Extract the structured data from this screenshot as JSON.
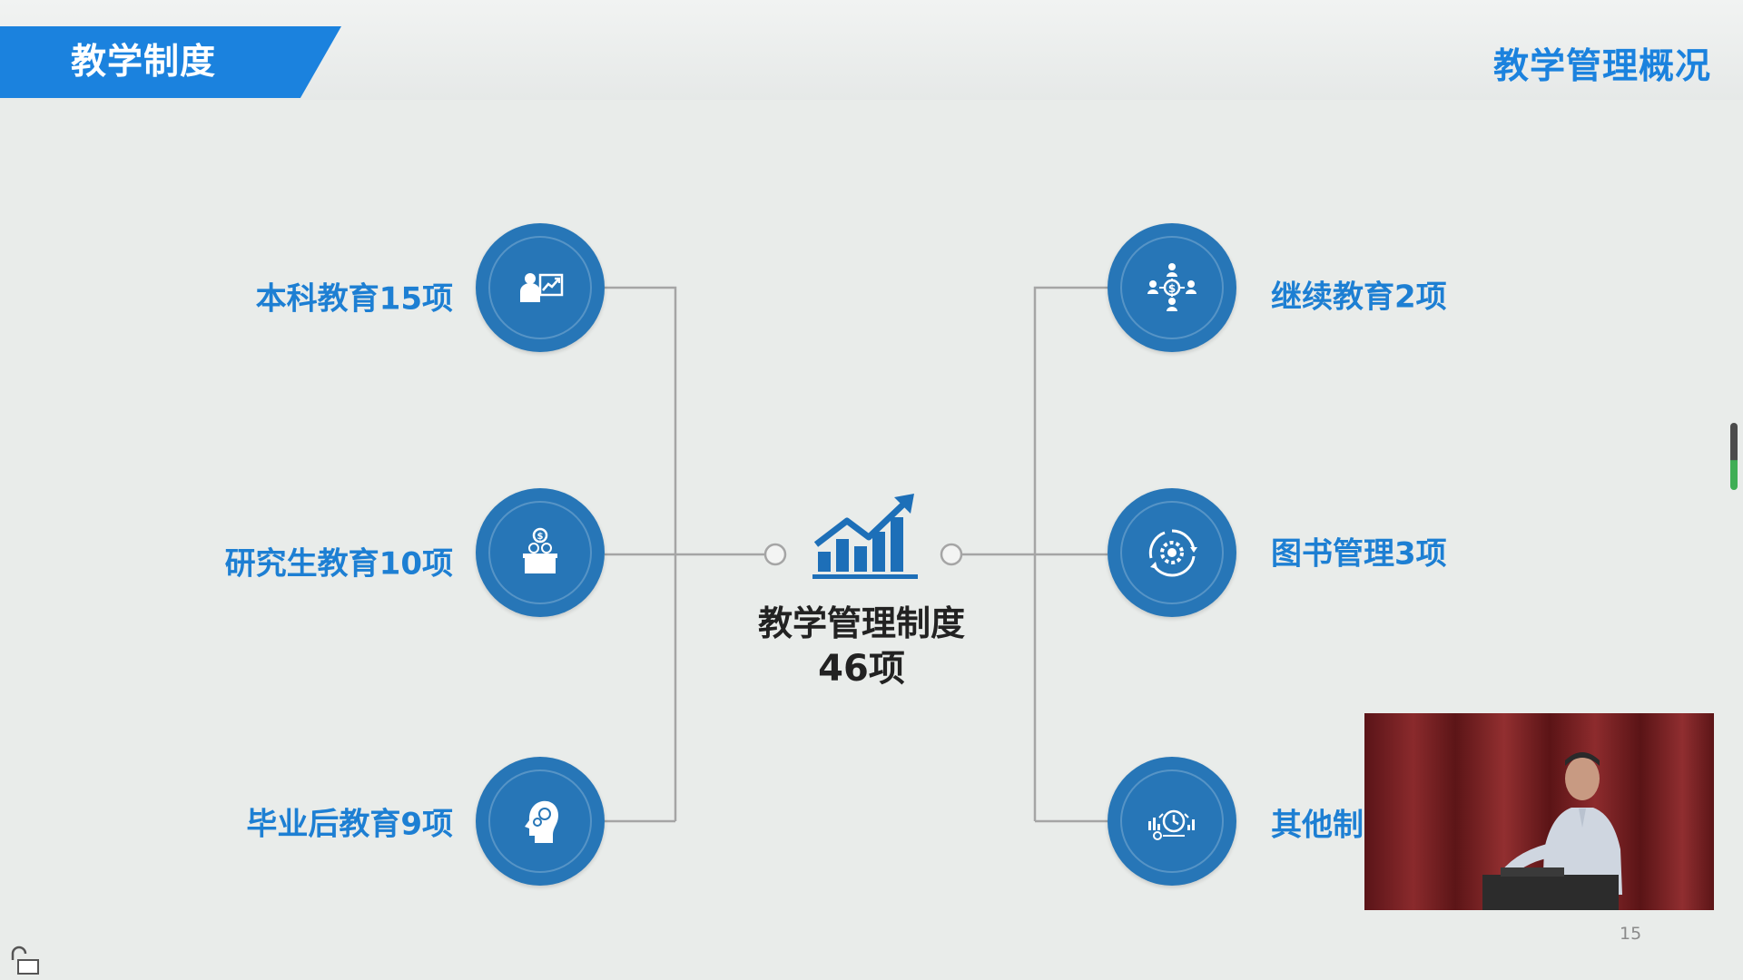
{
  "header": {
    "banner_title": "教学制度",
    "section_title": "教学管理概况"
  },
  "center": {
    "icon": "growth-chart-icon",
    "title": "教学管理制度",
    "count": "46项"
  },
  "left_items": [
    {
      "label": "本科教育15项",
      "icon": "teacher-presentation-icon"
    },
    {
      "label": "研究生教育10项",
      "icon": "money-box-icon"
    },
    {
      "label": "毕业后教育9项",
      "icon": "head-finance-icon"
    }
  ],
  "right_items": [
    {
      "label": "继续教育2项",
      "icon": "people-network-icon"
    },
    {
      "label": "图书管理3项",
      "icon": "gear-cycle-icon"
    },
    {
      "label": "其他制",
      "icon": "clock-chart-icon"
    }
  ],
  "page_number": "15",
  "colors": {
    "accent_blue": "#1b82de",
    "circle_blue": "#2776b7",
    "background": "#e9ecea",
    "connector": "#a5a5a5"
  }
}
